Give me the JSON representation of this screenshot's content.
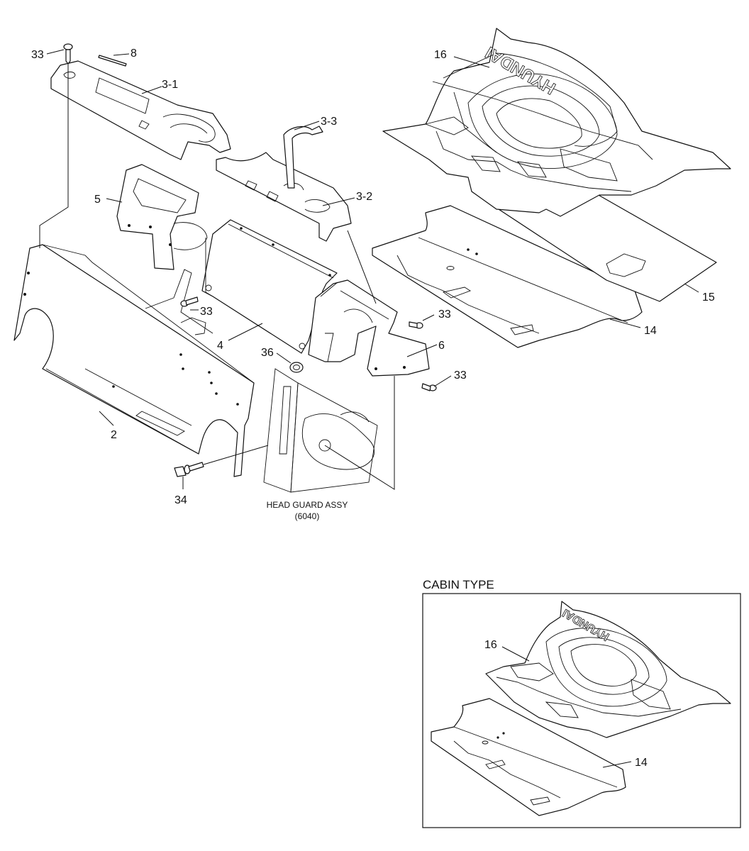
{
  "callouts": {
    "c33a": "33",
    "c8": "8",
    "c3_1": "3-1",
    "c3_3": "3-3",
    "c3_2": "3-2",
    "c5": "5",
    "c33b": "33",
    "c4": "4",
    "c36": "36",
    "c33c": "33",
    "c6": "6",
    "c33d": "33",
    "c2": "2",
    "c34": "34",
    "c16": "16",
    "c15": "15",
    "c14": "14",
    "cabin16": "16",
    "cabin14": "14"
  },
  "notes": {
    "head_guard_title": "HEAD GUARD ASSY",
    "head_guard_code": "(6040)"
  },
  "cabin_box": {
    "title": "CABIN TYPE"
  },
  "brand_text": "HYUNDAI"
}
